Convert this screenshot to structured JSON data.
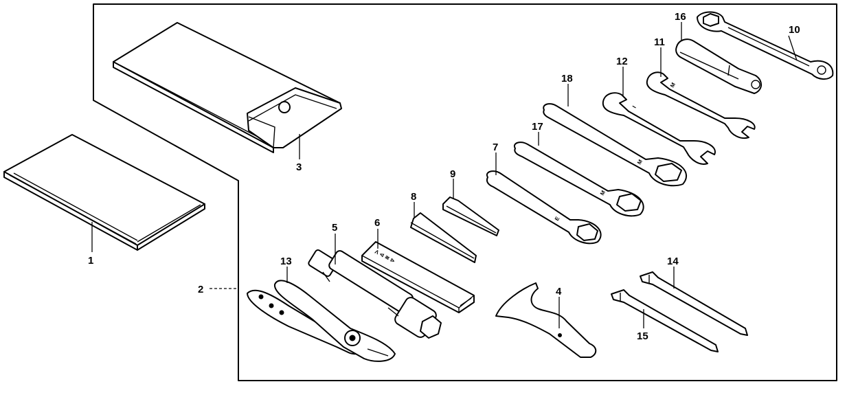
{
  "callouts": [
    "1",
    "2",
    "3",
    "4",
    "5",
    "6",
    "7",
    "8",
    "9",
    "10",
    "11",
    "12",
    "13",
    "14",
    "15",
    "16",
    "17",
    "18"
  ],
  "stamps": {
    "wrench_7": "E",
    "wrench_17": "M",
    "wrench_18": "M",
    "wrench_12": "I",
    "wrench_11": "M",
    "handle_6": "Λ  ⊲ ≋ ⊳"
  }
}
